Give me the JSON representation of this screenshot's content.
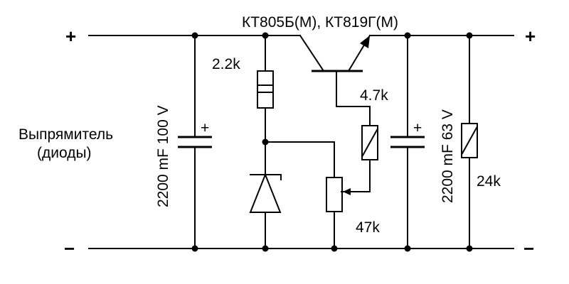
{
  "diagram": {
    "type": "circuit-schematic",
    "title": "",
    "labels": {
      "transistor": "КТ805Б(М), КТ819Г(М)",
      "rectifier_line1": "Выпрямитель",
      "rectifier_line2": "(диоды)",
      "c1": "2200 mF 100 V",
      "c2": "2200 mF 63 V",
      "r_base": "2.2k",
      "r_47": "4.7k",
      "r_pot": "47k",
      "r_load": "24k",
      "c1_polarity": "+",
      "c2_polarity": "+"
    },
    "terminals": {
      "in_plus": "+",
      "in_minus": "−",
      "out_plus": "+",
      "out_minus": "−"
    },
    "components": [
      {
        "id": "C1",
        "kind": "electrolytic-capacitor",
        "value": "2200 mF 100 V"
      },
      {
        "id": "R1",
        "kind": "resistor",
        "value": "2.2k"
      },
      {
        "id": "VD1",
        "kind": "zener-diode"
      },
      {
        "id": "VT1",
        "kind": "npn-transistor",
        "value": "КТ805Б(М), КТ819Г(М)"
      },
      {
        "id": "R2",
        "kind": "trimmer-resistor",
        "value": "4.7k"
      },
      {
        "id": "R3",
        "kind": "potentiometer",
        "value": "47k"
      },
      {
        "id": "C2",
        "kind": "electrolytic-capacitor",
        "value": "2200 mF 63 V"
      },
      {
        "id": "R4",
        "kind": "trimmer-resistor",
        "value": "24k"
      }
    ]
  }
}
